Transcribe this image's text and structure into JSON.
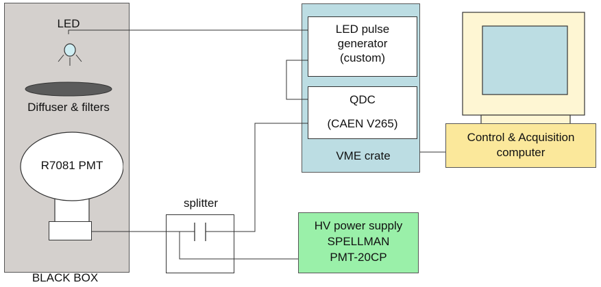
{
  "black_box": {
    "led_label": "LED",
    "diffuser_label": "Diffuser & filters",
    "pmt_label": "R7081 PMT",
    "caption": "BLACK BOX",
    "fill_color": "#d4d0cd"
  },
  "splitter": {
    "label": "splitter"
  },
  "vme": {
    "crate_label": "VME crate",
    "fill_color": "#bcdde3",
    "led_gen_lines": [
      "LED pulse",
      "generator",
      "(custom)"
    ],
    "qdc_lines": [
      "QDC",
      "(CAEN V265)"
    ]
  },
  "computer": {
    "label_lines": [
      "Control & Acquisition",
      "computer"
    ],
    "fill_color": "#fbe89b"
  },
  "hv": {
    "label_lines": [
      "HV power supply",
      "SPELLMAN",
      "PMT-20CP"
    ],
    "fill_color": "#9af0a9"
  },
  "icons": {
    "led": "led-bulb-icon",
    "diffuser": "diffuser-disc-icon",
    "monitor": "monitor-icon",
    "capacitor": "capacitor-icon"
  }
}
